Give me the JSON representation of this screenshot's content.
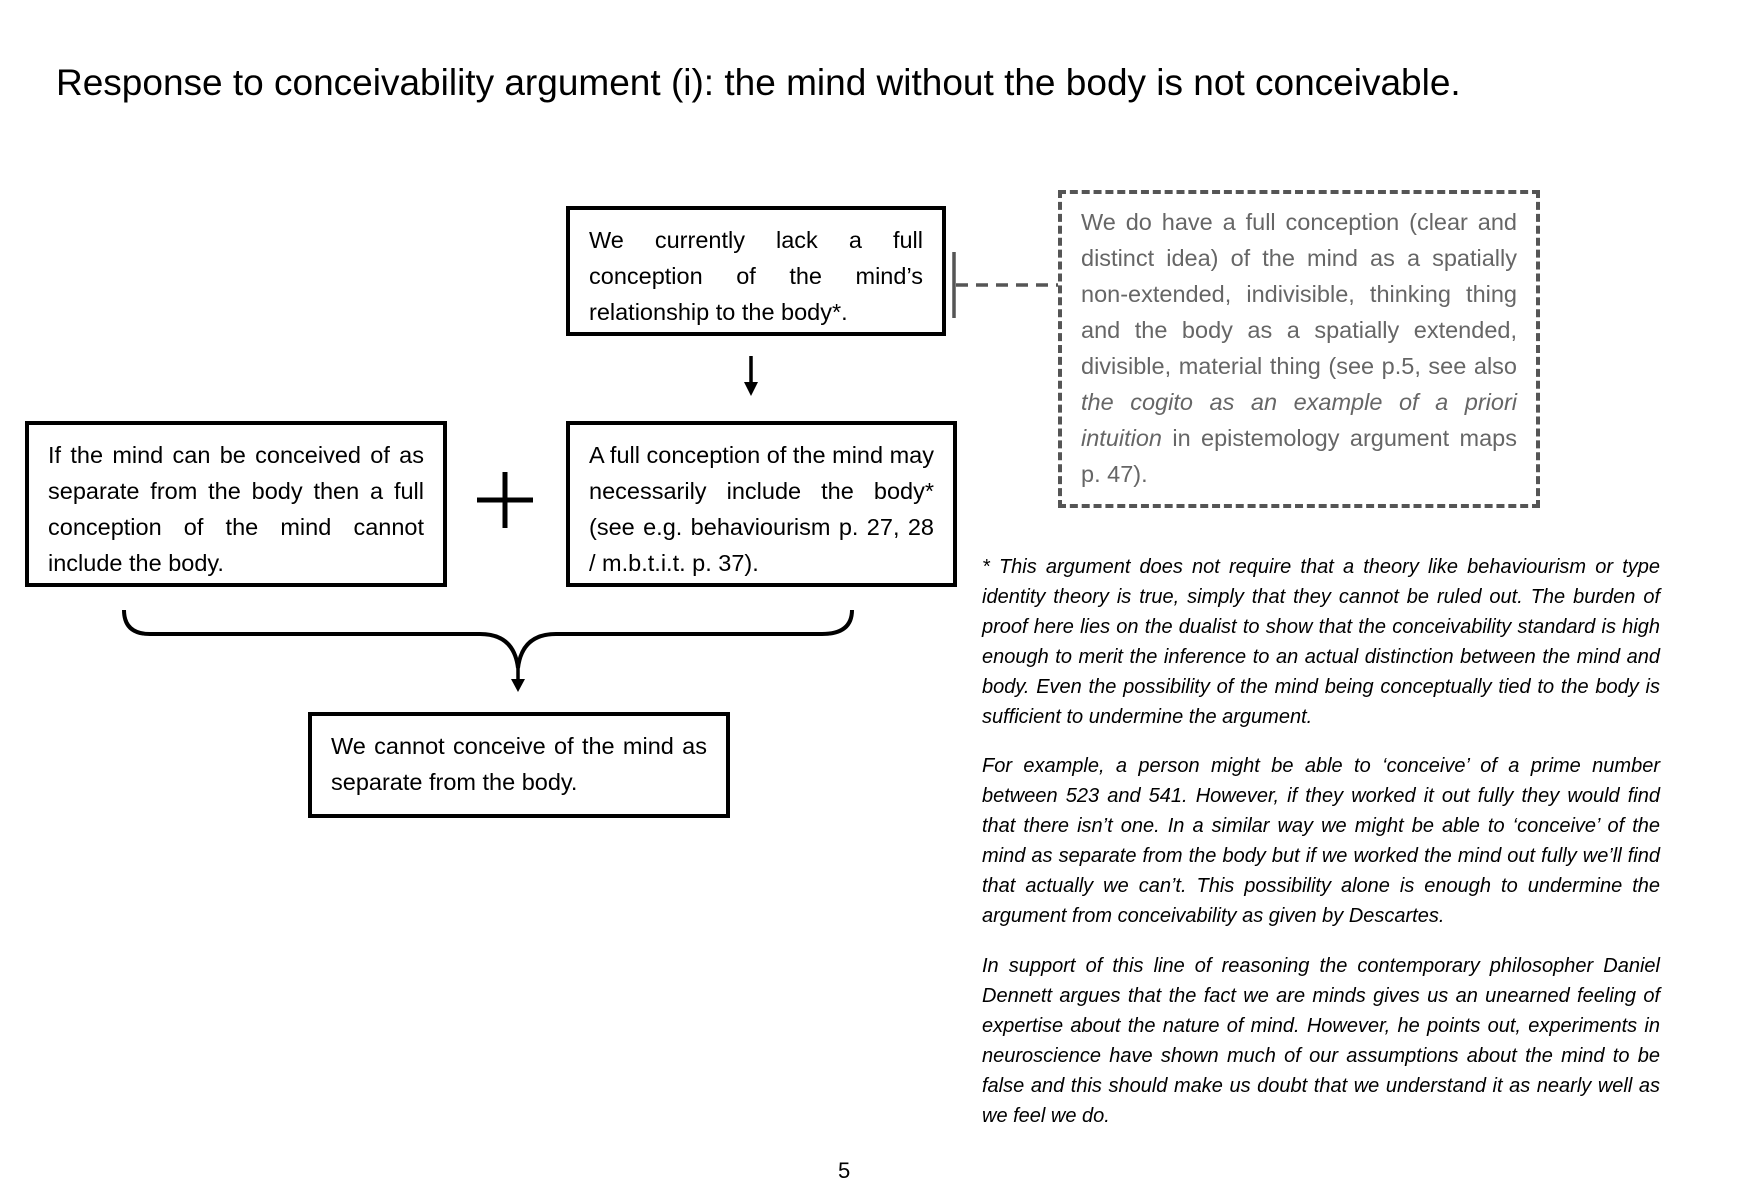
{
  "title": "Response to conceivability argument (i): the mind without the body is not conceivable.",
  "boxes": {
    "premise_top": "We currently lack a full conception of the mind’s relationship to the body*.",
    "premise_left": "If the mind can be conceived of as separate from the body then a full conception of the mind cannot include the body.",
    "premise_middle": "A full conception of the mind may necessarily include the body* (see e.g. behaviourism p. 27, 28 / m.b.t.i.t. p. 37).",
    "conclusion": "We cannot conceive of the mind as separate from the body.",
    "objection": {
      "text_a": "We do have a full conception (clear and distinct idea) of the mind as a spatially non-extended, indivisible, thinking thing and the body as a spatially extended, divisible, material thing (see p.5, see also ",
      "text_b_italic": "the cogito as an example of a priori intuition",
      "text_c": " in epistemology argument maps p. 47)."
    }
  },
  "notes": [
    "* This argument does not require that a theory like behaviourism or type identity theory is true, simply that they cannot be ruled out. The burden of proof here lies on the dualist to show that the conceivability standard is high enough to merit the inference to an actual distinction between the mind and body. Even the possibility of the mind being conceptually tied to the body is sufficient to undermine the argument.",
    "For example, a person might be able to ‘conceive’ of a prime number between 523 and 541. However, if they worked it out fully they would find that there isn’t one. In a similar way we might be able to ‘conceive’ of the mind as separate from the body but if we worked the mind out fully we’ll find that actually we can’t. This possibility alone is enough to undermine the argument from conceivability as given by Descartes.",
    "In support of this line of reasoning the contemporary philosopher Daniel Dennett argues that the fact we are minds gives us an unearned feeling of expertise about the nature of mind. However, he points out, experiments in neuroscience have shown much of our assumptions about the mind to be false and this should make us doubt that we understand it as nearly well as we feel we do."
  ],
  "page_number": "5",
  "colors": {
    "ink": "#000000",
    "objection_grey": "#666666",
    "objection_border": "#555555"
  }
}
